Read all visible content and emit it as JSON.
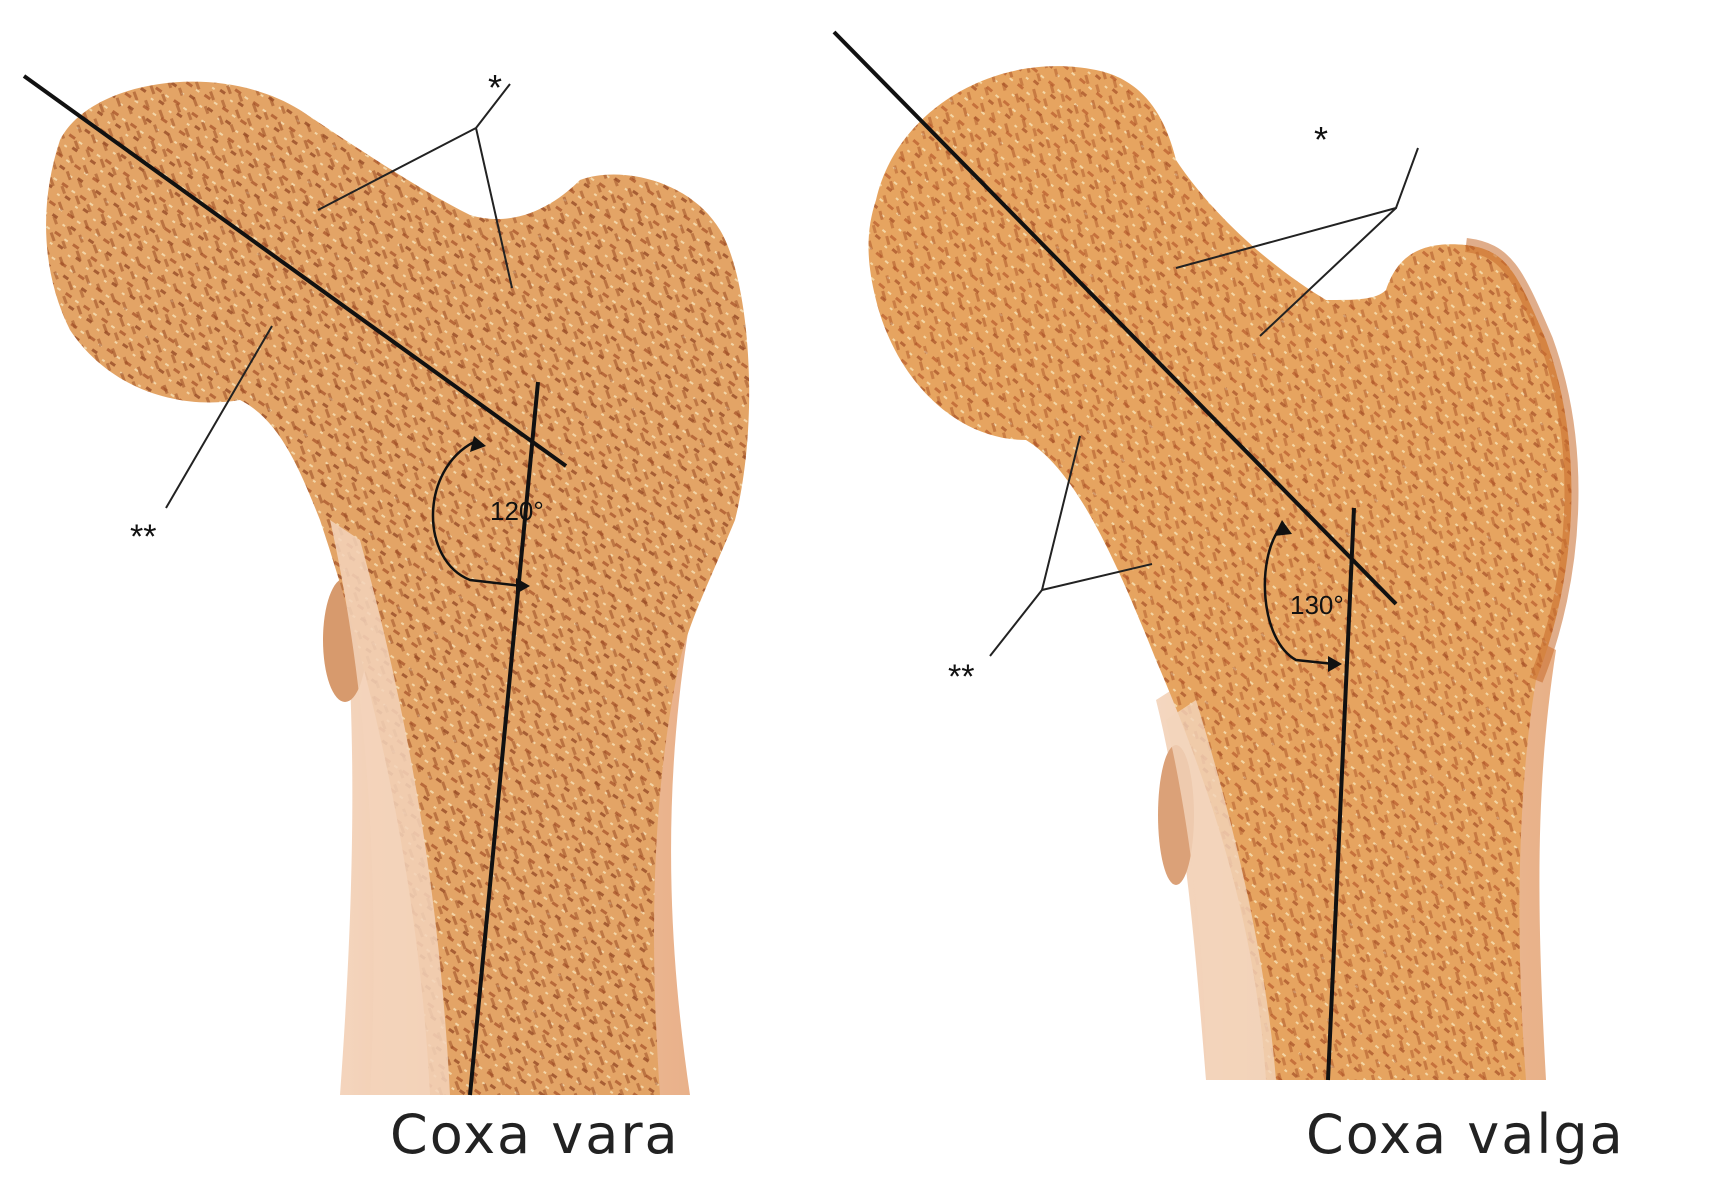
{
  "panels": [
    {
      "caption": "Coxa vara",
      "angle_label": "120°",
      "label_single": "*",
      "label_double": "**"
    },
    {
      "caption": "Coxa valga",
      "angle_label": "130°",
      "label_single": "*",
      "label_double": "**"
    }
  ],
  "colors": {
    "bone_base": "#e8a86a",
    "bone_dark": "#a8562a",
    "shaft_pale": "#f2c9a8",
    "line": "#111111"
  }
}
